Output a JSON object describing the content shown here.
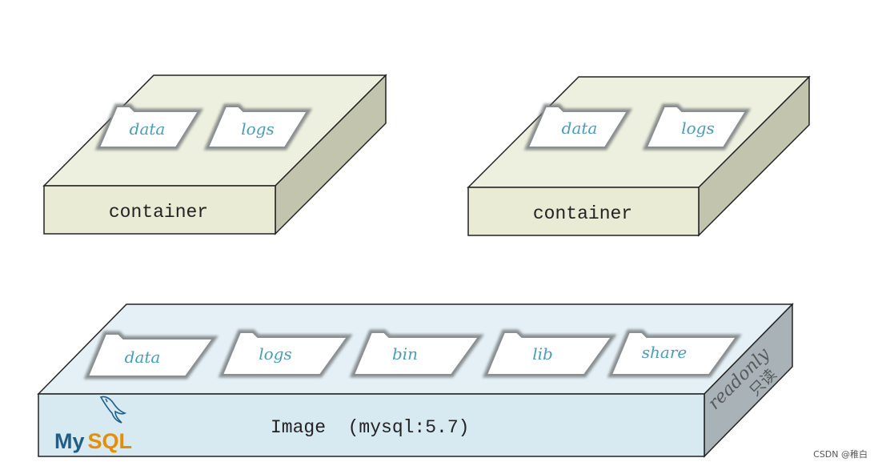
{
  "containers": [
    {
      "label": "container",
      "folders": [
        "data",
        "logs"
      ]
    },
    {
      "label": "container",
      "folders": [
        "data",
        "logs"
      ]
    }
  ],
  "image": {
    "label": "Image  (mysql:5.7)",
    "folders": [
      "data",
      "logs",
      "bin",
      "lib",
      "share"
    ],
    "readonly_en": "readonly",
    "readonly_zh": "只读",
    "logo": {
      "my": "My",
      "sql": "SQL",
      "icon": "dolphin-icon"
    }
  },
  "watermark": "CSDN @稚白",
  "colors": {
    "container_top": "#eef0df",
    "container_front": "#e9ebd5",
    "container_side": "#c2c4ae",
    "image_top": "#e4f0f5",
    "image_front": "#d7e9f1",
    "image_side": "#a9b2b6",
    "folder_fill": "#ffffff",
    "folder_stroke": "#6f7376",
    "folder_text": "#4a9cb8",
    "mysql_blue": "#1f5f86",
    "mysql_orange": "#e48e00"
  }
}
